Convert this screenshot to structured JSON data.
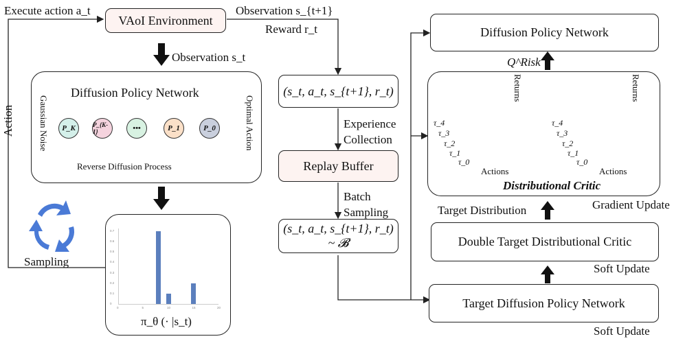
{
  "top": {
    "execute_action": "Execute action a_t",
    "env_label": "VAoI Environment",
    "observation_next": "Observation s_{t+1}",
    "reward": "Reward r_t",
    "observation_t": "Observation s_t"
  },
  "left": {
    "dpn_title": "Diffusion Policy Network",
    "gaussian_noise": "Gaussian Noise",
    "optimal_action": "Optimal Action",
    "reverse_process": "Reverse Diffusion Process",
    "nodes": [
      "P_K",
      "P_{K-1}",
      "•••",
      "P_1",
      "P_0"
    ],
    "action_vertical": "Action",
    "sampling": "Sampling",
    "policy_label": "π_θ (· |s_t)"
  },
  "middle": {
    "tuple_top": "(s_t, a_t, s_{t+1}, r_t)",
    "experience_collection": [
      "Experience",
      "Collection"
    ],
    "replay_buffer": "Replay Buffer",
    "batch_sampling": [
      "Batch",
      "Sampling"
    ],
    "tuple_bottom": "(s_t, a_t, s_{t+1}, r_t) ~ 𝓑"
  },
  "right": {
    "dpn_top": "Diffusion Policy Network",
    "q_risk": "Q^Risk",
    "distributional_critic": "Distributional Critic",
    "returns": "Returns",
    "actions": "Actions",
    "taus": [
      "τ_4",
      "τ_3",
      "τ_2",
      "τ_1",
      "τ_0"
    ],
    "target_distribution": "Target Distribution",
    "gradient_update": "Gradient Update",
    "double_target": "Double Target Distributional Critic",
    "soft_update_1": "Soft Update",
    "target_dpn": "Target Diffusion Policy Network",
    "soft_update_2": "Soft Update"
  },
  "chart_data": {
    "type": "bar",
    "x": [
      8,
      10,
      15
    ],
    "values": [
      0.7,
      0.1,
      0.2
    ],
    "xlim": [
      0,
      20
    ],
    "ylim": [
      0,
      0.7
    ],
    "xticks": [
      "0",
      "5",
      "10",
      "15",
      "20"
    ],
    "yticks": [
      "0",
      "0.1",
      "0.2",
      "0.3",
      "0.4",
      "0.5",
      "0.6",
      "0.7"
    ]
  },
  "colors": {
    "node_k": "#d4f0ea",
    "node_k1": "#f5d3de",
    "node_dots": "#d8f2e2",
    "node_1": "#fbe0c8",
    "node_0": "#c9cfdd",
    "arrow_blue": "#3b6fce",
    "bar": "#5b7fbd"
  }
}
